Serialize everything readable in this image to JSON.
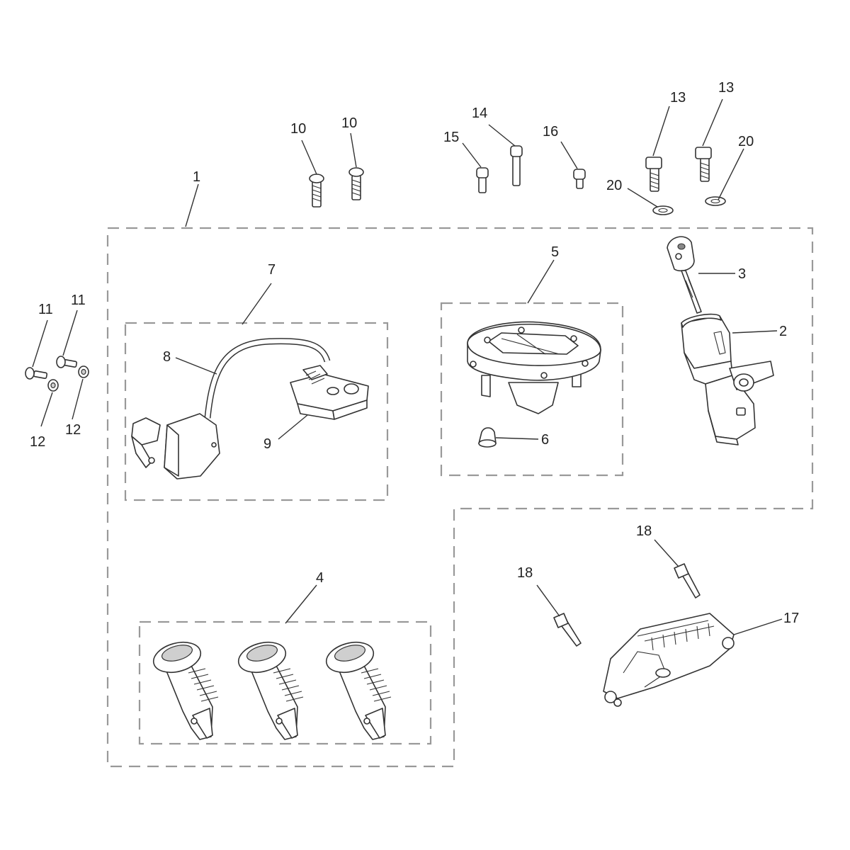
{
  "diagram": {
    "callouts": [
      {
        "id": "c1",
        "label": "1"
      },
      {
        "id": "c2",
        "label": "2"
      },
      {
        "id": "c3",
        "label": "3"
      },
      {
        "id": "c4",
        "label": "4"
      },
      {
        "id": "c5",
        "label": "5"
      },
      {
        "id": "c6",
        "label": "6"
      },
      {
        "id": "c7",
        "label": "7"
      },
      {
        "id": "c8",
        "label": "8"
      },
      {
        "id": "c9",
        "label": "9"
      },
      {
        "id": "c10a",
        "label": "10"
      },
      {
        "id": "c10b",
        "label": "10"
      },
      {
        "id": "c11a",
        "label": "11"
      },
      {
        "id": "c11b",
        "label": "11"
      },
      {
        "id": "c12a",
        "label": "12"
      },
      {
        "id": "c12b",
        "label": "12"
      },
      {
        "id": "c13a",
        "label": "13"
      },
      {
        "id": "c13b",
        "label": "13"
      },
      {
        "id": "c14",
        "label": "14"
      },
      {
        "id": "c15",
        "label": "15"
      },
      {
        "id": "c16",
        "label": "16"
      },
      {
        "id": "c17",
        "label": "17"
      },
      {
        "id": "c18a",
        "label": "18"
      },
      {
        "id": "c18b",
        "label": "18"
      },
      {
        "id": "c20a",
        "label": "20"
      },
      {
        "id": "c20b",
        "label": "20"
      }
    ]
  }
}
